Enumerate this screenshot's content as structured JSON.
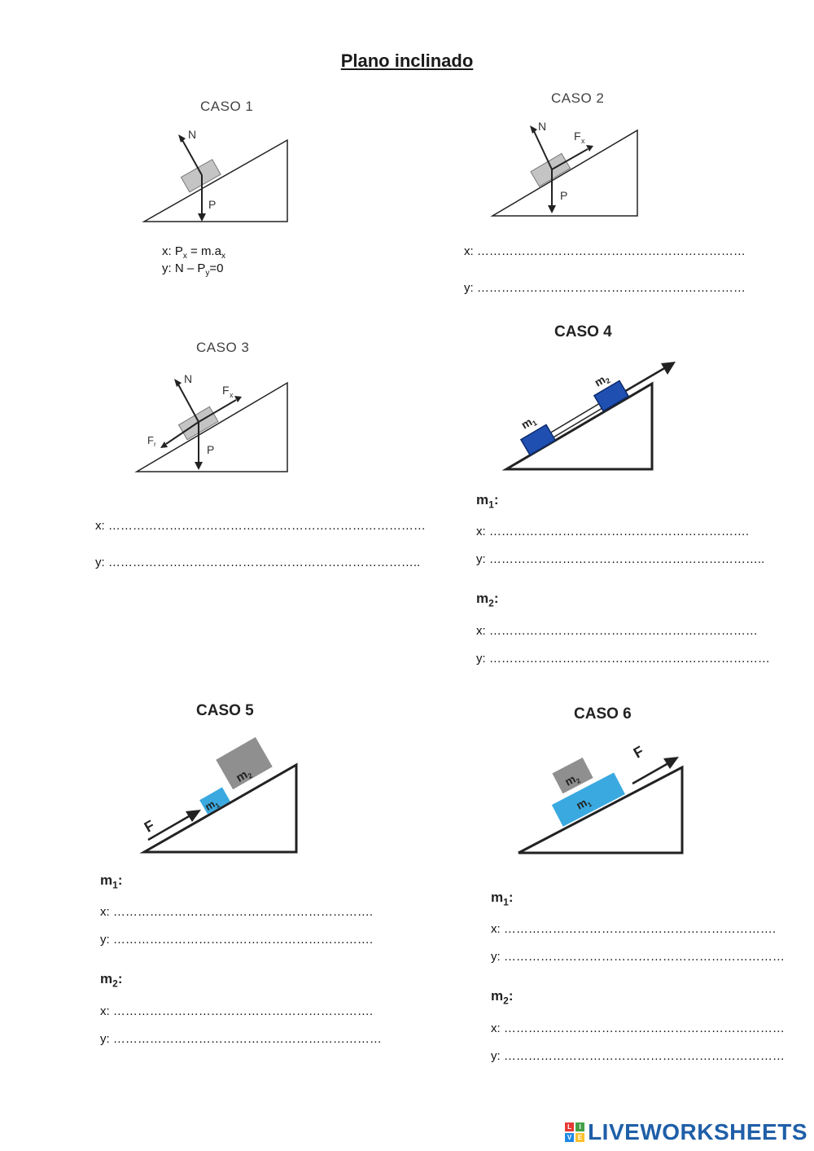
{
  "title": "Plano inclinado",
  "cases": {
    "c1": {
      "heading": "CASO 1",
      "labels": {
        "n": "N",
        "p": "P"
      },
      "eq_x": {
        "prefix": "x: P",
        "sub": "x",
        "rest": " = m.a",
        "sub2": "x"
      },
      "eq_y": {
        "prefix": "y: N – P",
        "sub": "y",
        "rest": "=0"
      }
    },
    "c2": {
      "heading": "CASO 2",
      "labels": {
        "n": "N",
        "p": "P",
        "f": "F",
        "fsub": "x"
      },
      "line_x": "x: …………………………………………………………",
      "line_y": "y: …………………………………………………………"
    },
    "c3": {
      "heading": "CASO 3",
      "labels": {
        "n": "N",
        "p": "P",
        "f": "F",
        "fsub": "x",
        "fr": "F",
        "frsub": "r"
      },
      "line_x": "x: ……………………………………………………………………",
      "line_y": "y: ………………………………………………………………….."
    },
    "c4": {
      "heading": "CASO 4",
      "labels": {
        "m1": "m",
        "m1sub": "1",
        "m2": "m",
        "m2sub": "2"
      },
      "m1_label": "m",
      "m1_sub": "1",
      "m2_label": "m",
      "m2_sub": "2",
      "m1_x": "x: ……………………………………………………….",
      "m1_y": "y: …………………………………………………………..",
      "m2_x": "x:  …………………………………………………………",
      "m2_y": "y: ……………………………………………………………"
    },
    "c5": {
      "heading": "CASO 5",
      "labels": {
        "f": "F",
        "m1": "m",
        "m1sub": "1",
        "m2": "m",
        "m2sub": "2"
      },
      "m1_label": "m",
      "m1_sub": "1",
      "m2_label": "m",
      "m2_sub": "2",
      "m1_x": "x: ……………………………………………………….",
      "m1_y": "y: ……………………………………………………….",
      "m2_x": "x:  ……………………………………………………….",
      "m2_y": "y: …………………………………………………………"
    },
    "c6": {
      "heading": "CASO 6",
      "labels": {
        "f": "F",
        "m1": "m",
        "m1sub": "1",
        "m2": "m",
        "m2sub": "2"
      },
      "m1_label": "m",
      "m1_sub": "1",
      "m2_label": "m",
      "m2_sub": "2",
      "m1_x": "x: ………………………………………………………….",
      "m1_y": "y: ……………………………………………………………",
      "m2_x": "x:  ……………………………………………………………",
      "m2_y": "y: ……………………………………………………………"
    }
  },
  "colors": {
    "block_gray": "#c4c4c4",
    "block_dark_gray": "#8f8f8f",
    "block_blue": "#1f4fb0",
    "block_light_blue": "#3aa9e0",
    "logo_blue": "#1f5fa8"
  },
  "footer": {
    "brand": "LIVEWORKSHEETS",
    "logo_letters": [
      "L",
      "I",
      "V",
      "E"
    ]
  }
}
